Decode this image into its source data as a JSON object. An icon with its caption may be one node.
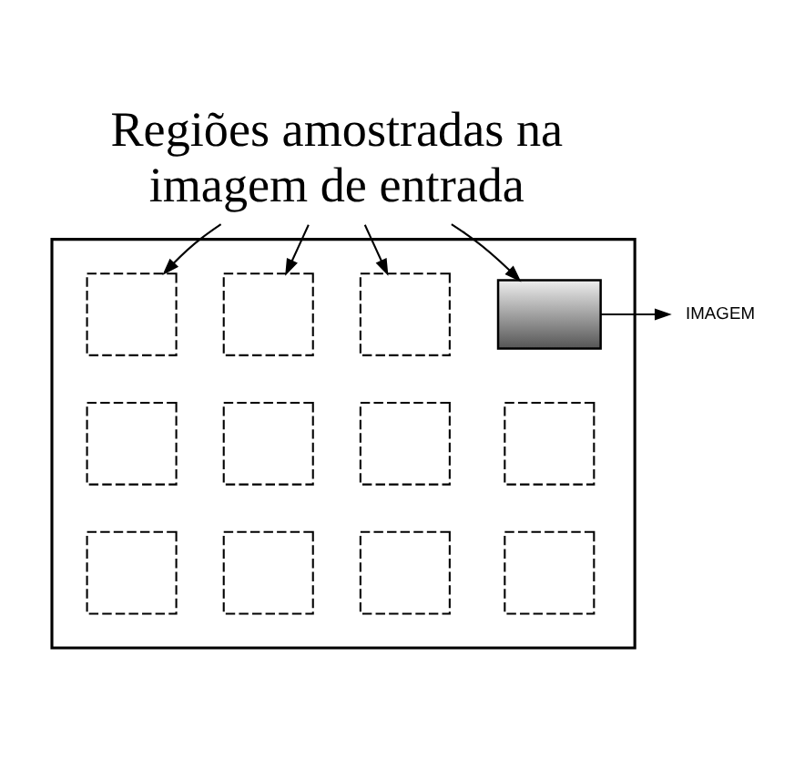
{
  "diagram": {
    "nodes": [
      {
        "text": [
          "Regiões amostradas na imagem de entrada"
        ]
      },
      {
        "text": [],
        "shape": "box"
      },
      {
        "text": [],
        "shape": "box",
        "in": 1
      },
      {
        "text": [],
        "shape": "box",
        "in": 1
      },
      {
        "text": [],
        "shape": "box",
        "in": 1
      },
      {
        "text": [],
        "shape": "box",
        "in": 1
      },
      {
        "text": [],
        "shape": "box",
        "in": 1
      },
      {
        "text": [],
        "shape": "box",
        "in": 1
      },
      {
        "text": [],
        "shape": "box",
        "in": 1
      },
      {
        "text": [],
        "shape": "box",
        "in": 1
      },
      {
        "text": [],
        "shape": "box",
        "in": 1
      },
      {
        "text": [],
        "shape": "box",
        "in": 1
      },
      {
        "text": [],
        "shape": "box",
        "in": 1
      },
      {
        "text": [],
        "shape": "box",
        "in": 1
      },
      {
        "text": [
          "IMAGEM"
        ]
      }
    ],
    "edges": [
      {
        "from": 0,
        "to": 2,
        "arrow": "to"
      },
      {
        "from": 0,
        "to": 3,
        "arrow": "to"
      },
      {
        "from": 0,
        "to": 4,
        "arrow": "to"
      },
      {
        "from": 0,
        "to": 5,
        "arrow": "to"
      },
      {
        "from": 5,
        "to": 14,
        "arrow": "to"
      }
    ]
  }
}
